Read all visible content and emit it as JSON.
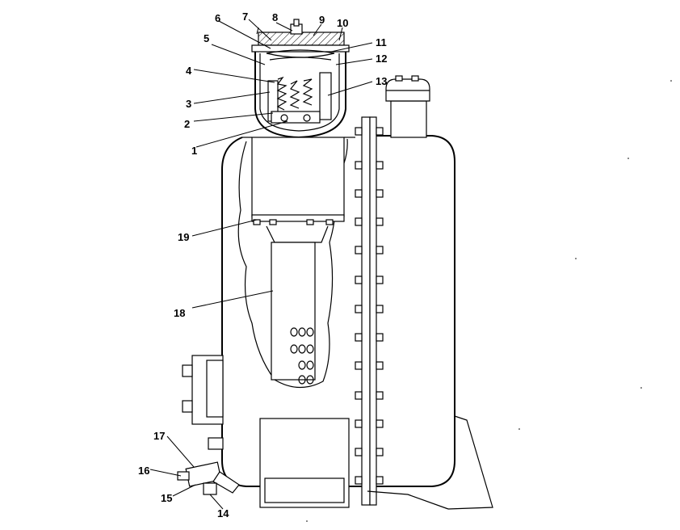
{
  "labels": {
    "l1": "1",
    "l2": "2",
    "l3": "3",
    "l4": "4",
    "l5": "5",
    "l6": "6",
    "l7": "7",
    "l8": "8",
    "l9": "9",
    "l10": "10",
    "l11": "11",
    "l12": "12",
    "l13": "13",
    "l14": "14",
    "l15": "15",
    "l16": "16",
    "l17": "17",
    "l18": "18",
    "l19": "19"
  },
  "colors": {
    "line": "#000000",
    "background": "#ffffff"
  }
}
